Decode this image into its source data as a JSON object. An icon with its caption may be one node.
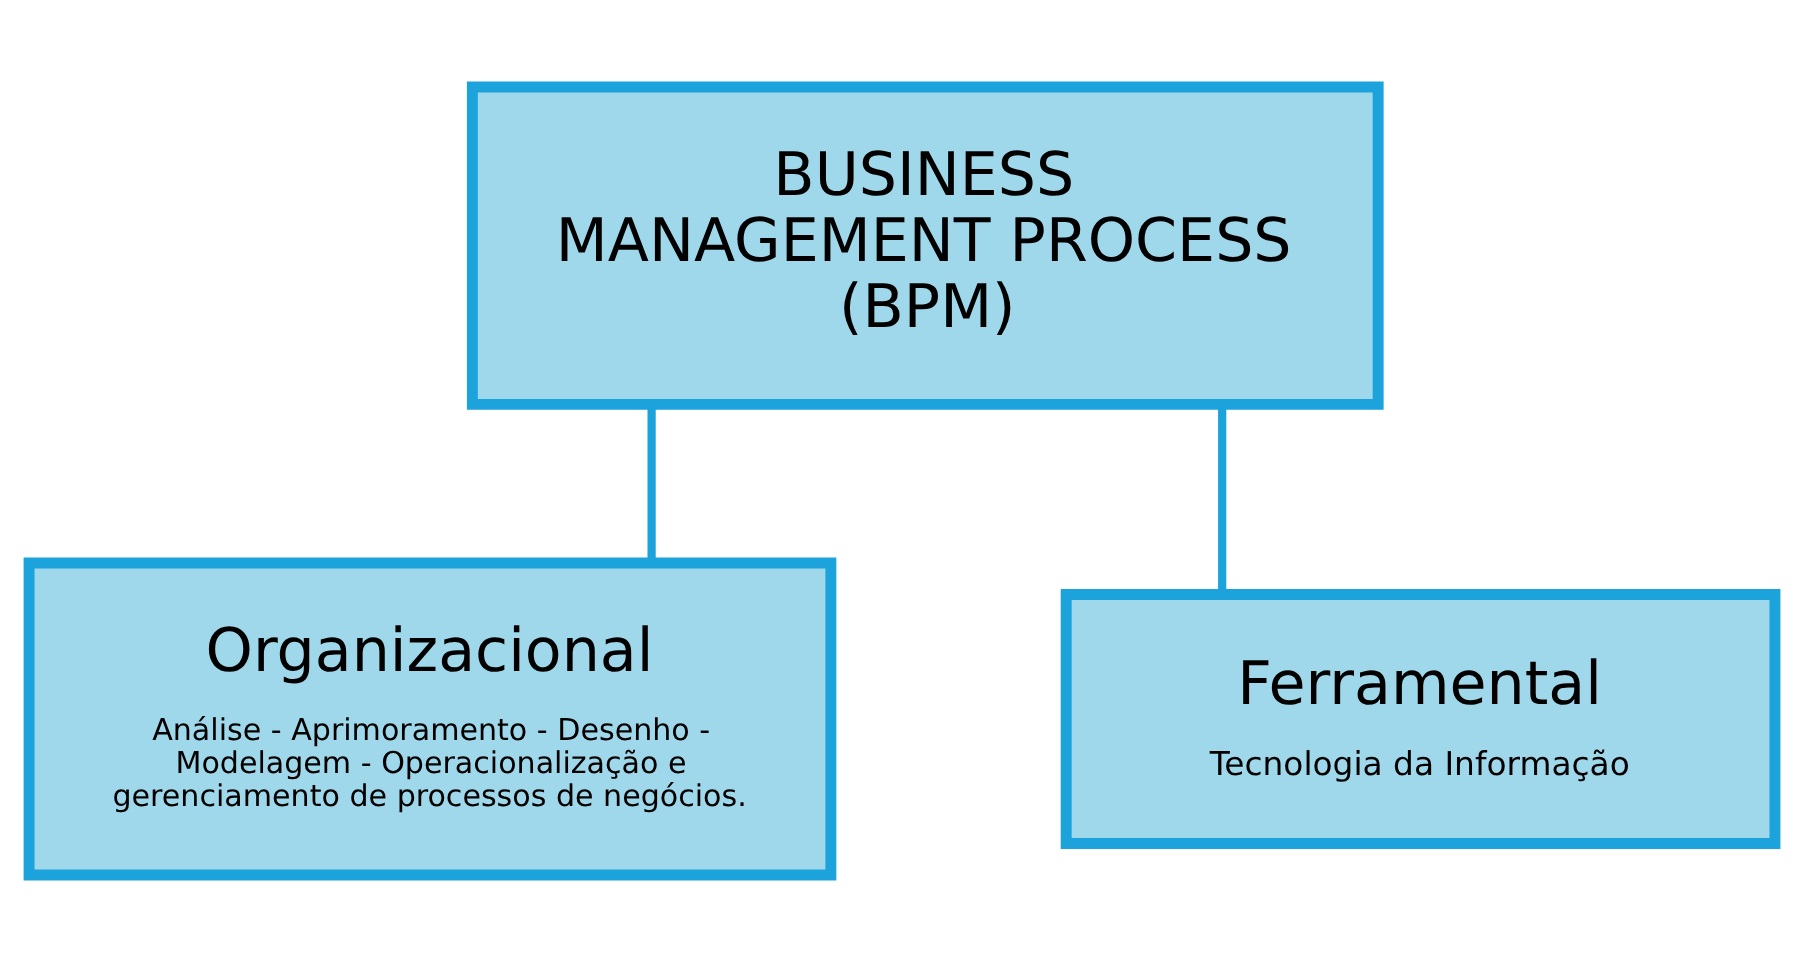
{
  "diagram": {
    "nodes": [
      {
        "text": [
          "BUSINESS MANAGEMENT PROCESS (BPM)"
        ]
      },
      {
        "text": [
          "Organizacional",
          "Análise - Aprimoramento - Desenho - Modelagem - Operacionalização e gerenciamento de processos de negócios."
        ]
      },
      {
        "text": [
          "Ferramental",
          "Tecnologia da Informação"
        ]
      }
    ],
    "edges": [
      {
        "from": 0,
        "to": 1,
        "arrow": "none"
      },
      {
        "from": 0,
        "to": 2,
        "arrow": "none"
      }
    ]
  }
}
